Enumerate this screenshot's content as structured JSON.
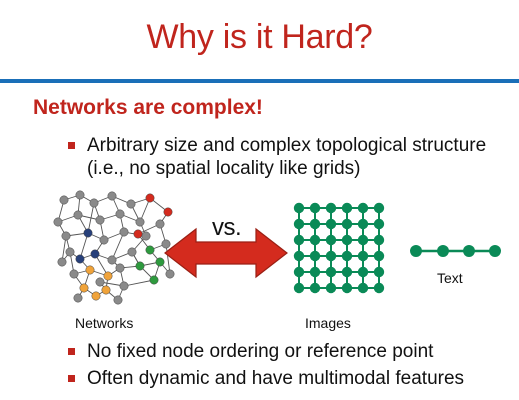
{
  "slide": {
    "title": "Why is it Hard?",
    "subtitle": "Networks are complex!",
    "bullets": [
      "Arbitrary size and complex topological structure (i.e., no spatial locality like grids)",
      "No fixed node ordering or reference point",
      "Often dynamic and have multimodal features"
    ],
    "figure": {
      "vs_label": "vs.",
      "networks_caption": "Networks",
      "images_caption": "Images",
      "text_caption": "Text"
    }
  },
  "colors": {
    "title_red": "#c0251d",
    "rule_blue": "#1a6fb8",
    "grid_green": "#0a8a57",
    "arrow_red": "#d42b1e",
    "graph_gray": "#8a8a8a",
    "graph_red": "#d42b1e",
    "graph_green": "#2e9a3e",
    "graph_navy": "#27407a",
    "graph_orange": "#f0a33a"
  }
}
